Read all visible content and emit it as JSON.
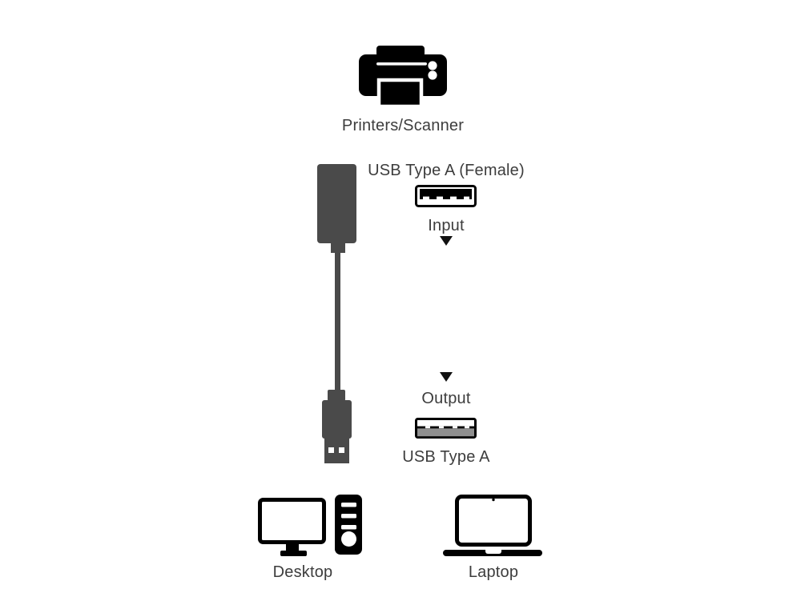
{
  "diagram": {
    "source_device": {
      "label": "Printers/Scanner",
      "icon": "printer-icon"
    },
    "cable": {
      "name": "usb-extension-cable",
      "input": {
        "connector_label": "USB Type A (Female)",
        "flow_label": "Input",
        "icon": "usb-a-female-port-icon"
      },
      "output": {
        "flow_label": "Output",
        "connector_label": "USB Type A",
        "icon": "usb-a-male-plug-icon"
      }
    },
    "target_devices": [
      {
        "label": "Desktop",
        "icon": "desktop-computer-icon"
      },
      {
        "label": "Laptop",
        "icon": "laptop-icon"
      }
    ],
    "colors": {
      "icon_black": "#000000",
      "cable_gray": "#4a4a4a",
      "plug_body_gray": "#8f8f8f",
      "label_text": "#3d3d3d",
      "background": "#ffffff"
    }
  }
}
